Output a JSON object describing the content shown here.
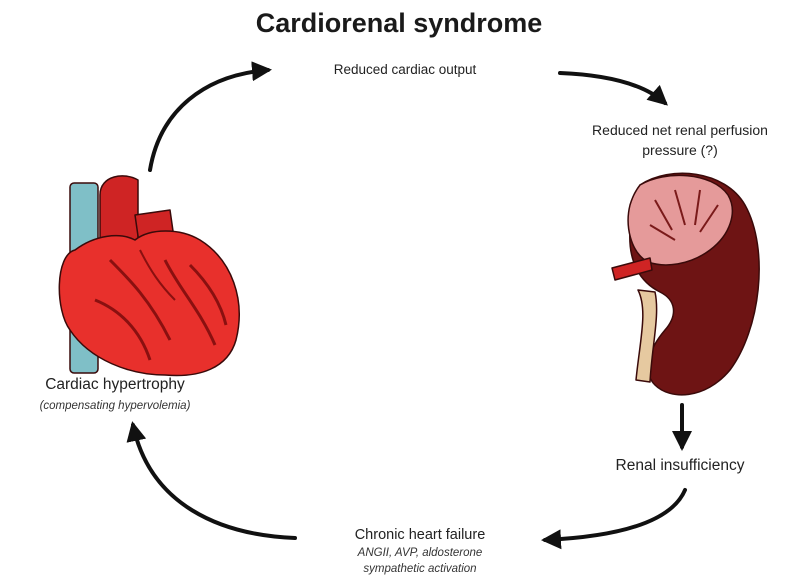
{
  "diagram": {
    "title": "Cardiorenal syndrome",
    "nodes": {
      "top": "Reduced cardiac output",
      "right_upper_line1": "Reduced net renal perfusion",
      "right_upper_line2": "pressure (?)",
      "right_lower": "Renal insufficiency",
      "bottom_line1": "Chronic heart failure",
      "bottom_line2": "ANGII, AVP, aldosterone",
      "bottom_line3": "sympathetic activation",
      "left_line1": "Cardiac hypertrophy",
      "left_line2": "(compensating hypervolemia)"
    },
    "illustrations": [
      "heart-illustration",
      "kidney-illustration"
    ],
    "colors": {
      "heart_red": "#e8302c",
      "heart_dark": "#a3161a",
      "vessel_blue": "#7fbfc7",
      "kidney_dark": "#6e1414",
      "kidney_pink": "#e59a9a",
      "ureter_tan": "#e6c9a0",
      "arrow": "#111111"
    }
  }
}
